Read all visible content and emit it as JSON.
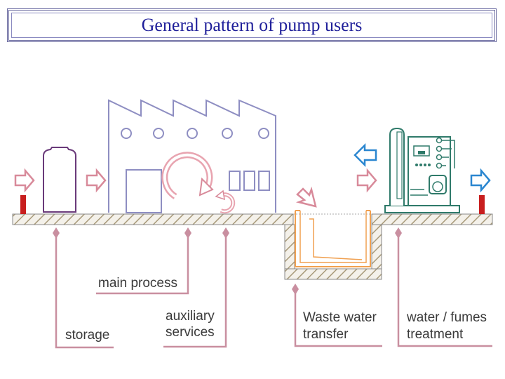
{
  "title": "General pattern of pump users",
  "labels": {
    "main_process": "main process",
    "storage": "storage",
    "auxiliary_line1": "auxiliary",
    "auxiliary_line2": "services",
    "waste_line1": "Waste water",
    "waste_line2": "transfer",
    "treatment_line1": "water / fumes",
    "treatment_line2": "treatment"
  },
  "colors": {
    "title_text": "#1f1f9a",
    "building_outline": "#8e8ec2",
    "flow_arrow": "#d88a9a",
    "valve_red": "#c81e1e",
    "tank_outline": "#6a3a7a",
    "pit_orange": "#f0a050",
    "equipment_teal": "#2f7a6a",
    "output_arrow_blue": "#2a86d0",
    "leader_line": "#c98fa0"
  }
}
